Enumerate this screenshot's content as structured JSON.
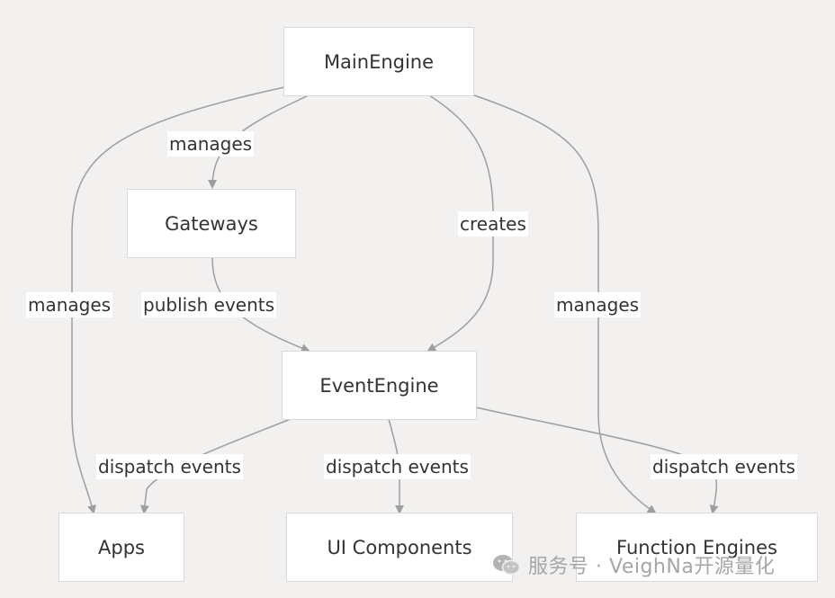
{
  "diagram": {
    "nodes": {
      "main_engine": "MainEngine",
      "gateways": "Gateways",
      "event_engine": "EventEngine",
      "apps": "Apps",
      "ui_components": "UI Components",
      "function_engines": "Function Engines"
    },
    "edges": {
      "main_gateways": "manages",
      "main_apps": "manages",
      "main_event": "creates",
      "main_functions": "manages",
      "gateways_event": "publish events",
      "event_apps": "dispatch events",
      "event_ui": "dispatch events",
      "event_functions": "dispatch events"
    }
  },
  "watermark": {
    "text": "服务号 · VeighNa开源量化",
    "icon": "wechat-icon"
  },
  "colors": {
    "background": "#f2f1ef",
    "node_fill": "#ffffff",
    "edge": "#9e9e9e",
    "text": "#333333"
  }
}
